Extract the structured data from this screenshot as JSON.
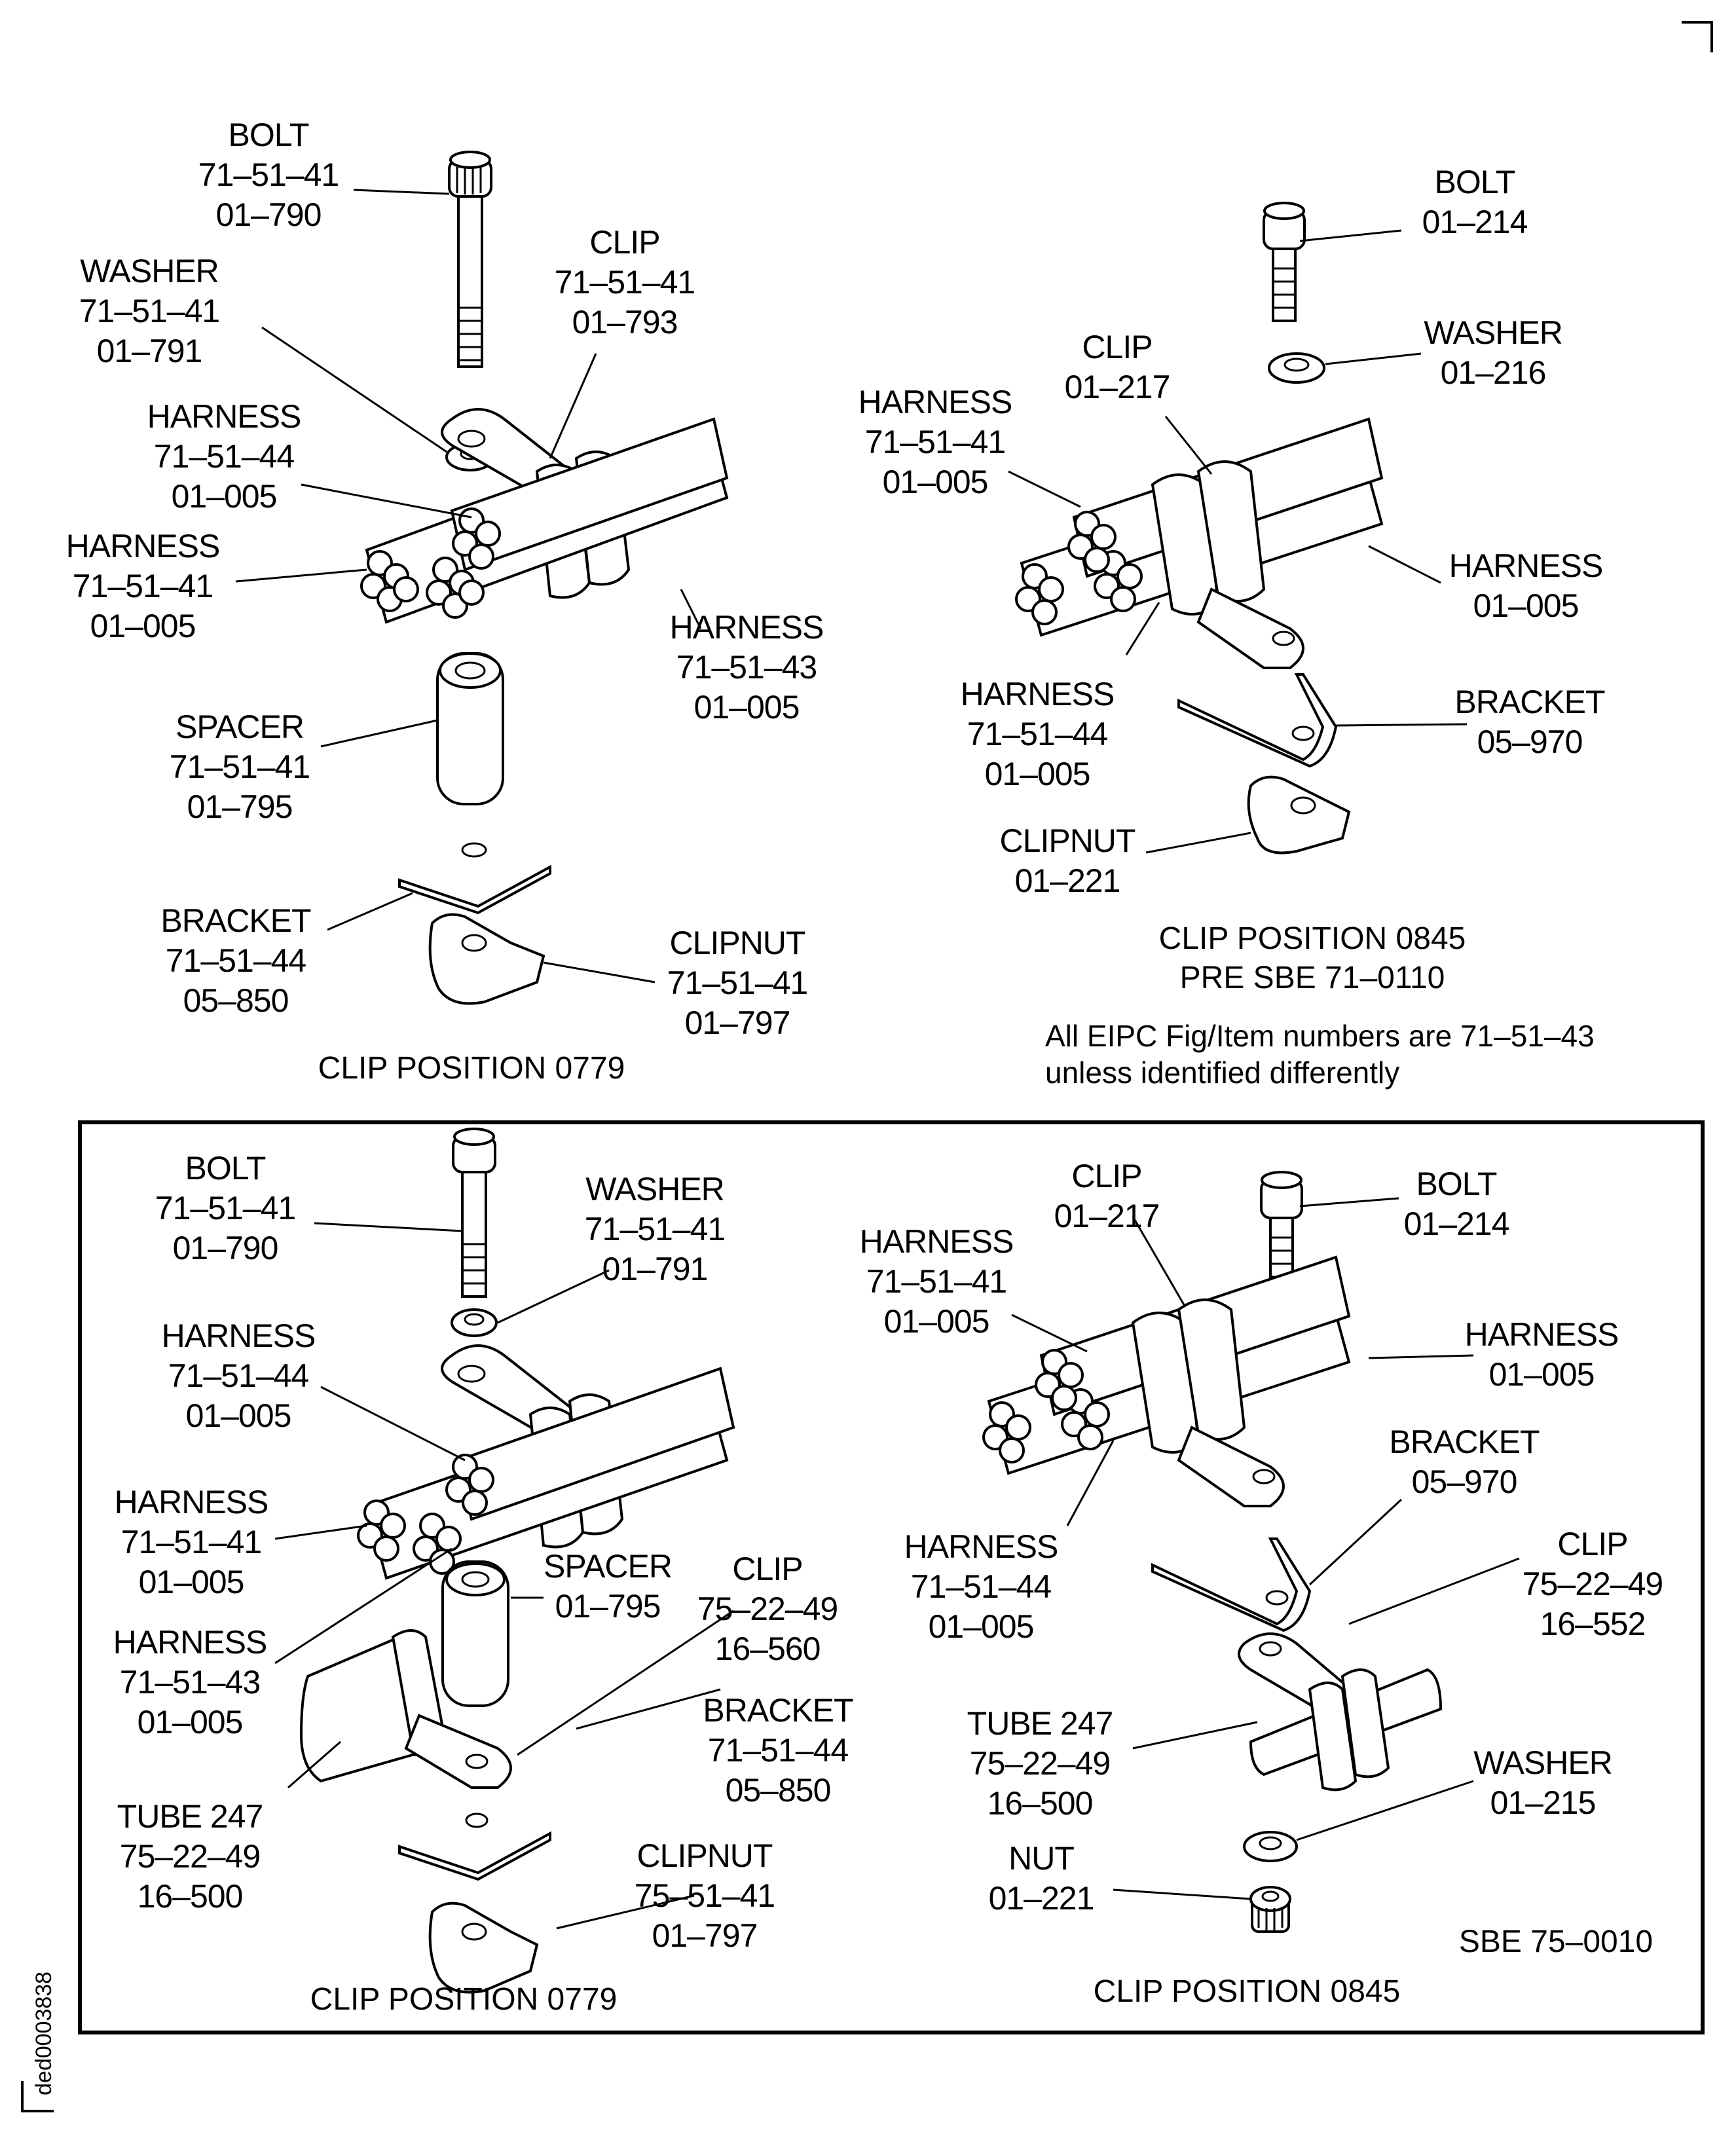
{
  "document_id": "ded0003838",
  "general_note": {
    "line1": "All EIPC Fig/Item numbers are 71-51-43",
    "line2": "unless identified differently"
  },
  "panels": {
    "top_left": {
      "caption": "CLIP POSITION 0779",
      "labels": {
        "bolt": [
          "BOLT",
          "71-51-41",
          "01-790"
        ],
        "washer": [
          "WASHER",
          "71-51-41",
          "01-791"
        ],
        "clip": [
          "CLIP",
          "71-51-41",
          "01-793"
        ],
        "harness_44": [
          "HARNESS",
          "71-51-44",
          "01-005"
        ],
        "harness_41": [
          "HARNESS",
          "71-51-41",
          "01-005"
        ],
        "harness_43": [
          "HARNESS",
          "71-51-43",
          "01-005"
        ],
        "spacer": [
          "SPACER",
          "71-51-41",
          "01-795"
        ],
        "bracket": [
          "BRACKET",
          "71-51-44",
          "05-850"
        ],
        "clipnut": [
          "CLIPNUT",
          "71-51-41",
          "01-797"
        ]
      }
    },
    "top_right": {
      "caption": "CLIP POSITION 0845",
      "subcaption": "PRE SBE 71-0110",
      "labels": {
        "bolt": [
          "BOLT",
          "01-214"
        ],
        "washer": [
          "WASHER",
          "01-216"
        ],
        "clip": [
          "CLIP",
          "01-217"
        ],
        "harness_41": [
          "HARNESS",
          "71-51-41",
          "01-005"
        ],
        "harness": [
          "HARNESS",
          "01-005"
        ],
        "harness_44": [
          "HARNESS",
          "71-51-44",
          "01-005"
        ],
        "bracket": [
          "BRACKET",
          "05-970"
        ],
        "clipnut": [
          "CLIPNUT",
          "01-221"
        ]
      }
    },
    "bottom_left": {
      "caption": "CLIP POSITION 0779",
      "labels": {
        "bolt": [
          "BOLT",
          "71-51-41",
          "01-790"
        ],
        "washer": [
          "WASHER",
          "71-51-41",
          "01-791"
        ],
        "harness_44": [
          "HARNESS",
          "71-51-44",
          "01-005"
        ],
        "harness_41": [
          "HARNESS",
          "71-51-41",
          "01-005"
        ],
        "harness_43": [
          "HARNESS",
          "71-51-43",
          "01-005"
        ],
        "spacer": [
          "SPACER",
          "01-795"
        ],
        "clip": [
          "CLIP",
          "75-22-49",
          "16-560"
        ],
        "bracket": [
          "BRACKET",
          "71-51-44",
          "05-850"
        ],
        "tube": [
          "TUBE 247",
          "75-22-49",
          "16-500"
        ],
        "clipnut": [
          "CLIPNUT",
          "75-51-41",
          "01-797"
        ]
      }
    },
    "bottom_right": {
      "caption": "CLIP POSITION 0845",
      "sbe": "SBE 75-0010",
      "labels": {
        "clip_217": [
          "CLIP",
          "01-217"
        ],
        "bolt": [
          "BOLT",
          "01-214"
        ],
        "harness_41": [
          "HARNESS",
          "71-51-41",
          "01-005"
        ],
        "harness": [
          "HARNESS",
          "01-005"
        ],
        "bracket": [
          "BRACKET",
          "05-970"
        ],
        "harness_44": [
          "HARNESS",
          "71-51-44",
          "01-005"
        ],
        "clip_552": [
          "CLIP",
          "75-22-49",
          "16-552"
        ],
        "tube": [
          "TUBE 247",
          "75-22-49",
          "16-500"
        ],
        "washer": [
          "WASHER",
          "01-215"
        ],
        "nut": [
          "NUT",
          "01-221"
        ]
      }
    }
  }
}
